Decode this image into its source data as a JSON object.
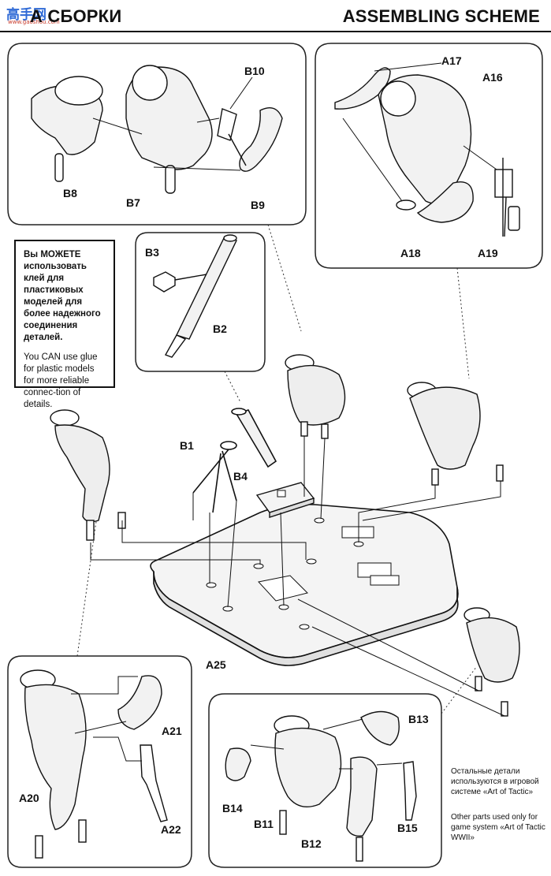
{
  "header": {
    "logo_main": "高手网",
    "logo_sub": "www.gaoshou.com",
    "title_ru": "А СБОРКИ",
    "title_en": "ASSEMBLING SCHEME"
  },
  "glue_note": {
    "ru": "Вы МОЖЕТЕ использовать клей для пластиковых моделей для более надежного соединения деталей.",
    "en": "You CAN use glue for plastic models for more reliable connec-tion of details."
  },
  "side_note": {
    "ru": "Остальные детали используются в игровой системе «Art of Tactic»",
    "en": "Other parts used only for game system «Art of Tactic WWII»"
  },
  "parts": {
    "b10": "B10",
    "b8": "B8",
    "b7": "B7",
    "b9": "B9",
    "a17": "A17",
    "a16": "A16",
    "a18": "A18",
    "a19": "A19",
    "b3": "B3",
    "b2": "B2",
    "b1": "B1",
    "b4": "B4",
    "a25": "A25",
    "a21": "A21",
    "a20": "A20",
    "a22": "A22",
    "b13": "B13",
    "b14": "B14",
    "b11": "B11",
    "b12": "B12",
    "b15": "B15"
  }
}
